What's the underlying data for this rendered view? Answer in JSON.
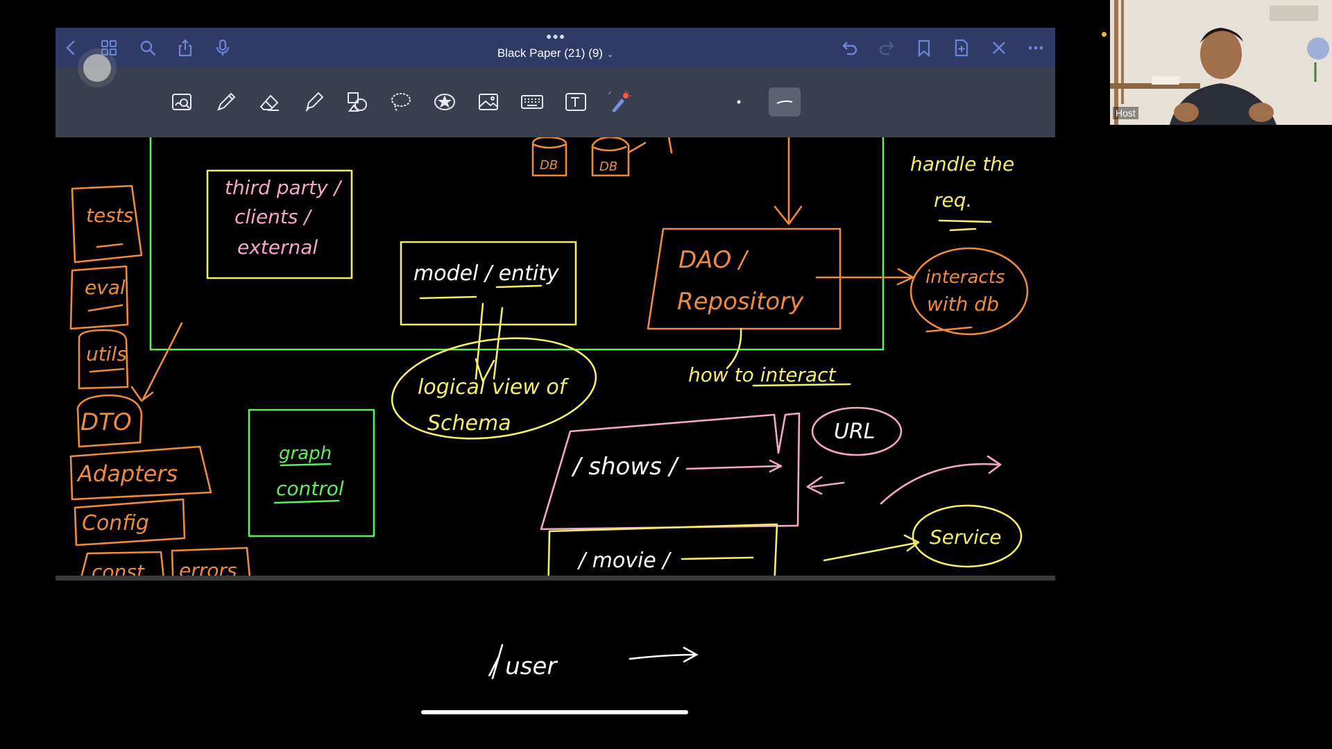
{
  "app": {
    "title": "Black Paper  (21) (9)",
    "colors": {
      "topbar": "#2f3a66",
      "toolbar": "#3a3f4f",
      "ink_orange": "#f08a3c",
      "ink_yellow": "#f4ee6a",
      "ink_green": "#5df05a",
      "ink_pink": "#f4a6c8",
      "ink_white": "#ffffff"
    },
    "nav_icons": [
      "back-icon",
      "grid-icon",
      "search-icon",
      "share-icon",
      "microphone-icon"
    ],
    "right_icons": [
      "undo-icon",
      "redo-icon",
      "bookmark-icon",
      "add-page-icon",
      "close-icon",
      "more-icon"
    ],
    "tools": [
      "zoom-window-icon",
      "pen-icon",
      "eraser-icon",
      "highlighter-icon",
      "shapes-icon",
      "lasso-icon",
      "sticker-icon",
      "image-icon",
      "keyboard-icon",
      "text-icon",
      "laser-pointer-icon"
    ]
  },
  "video": {
    "host_label": "Host"
  },
  "notes": {
    "tests": "tests",
    "eval": "eval",
    "utils": "utils",
    "dto": "DTO",
    "adapters": "Adapters",
    "config": "Config",
    "const": "const",
    "errors": "errors",
    "third_party_line1": "third party /",
    "third_party_line2": "clients /",
    "third_party_line3": "external",
    "db1": "DB",
    "db2": "DB",
    "model_entity": "model / entity",
    "logical_view_line1": "logical view of",
    "logical_view_line2": "Schema",
    "dao_line1": "DAO /",
    "dao_line2": "Repository",
    "interacts_line1": "interacts",
    "interacts_line2": "with db",
    "how_to_interact": "how to interact",
    "handle_line1": "handle the",
    "handle_line2": "req.",
    "graph_line1": "graph",
    "graph_line2": "control",
    "shows": "/ shows /",
    "movie": "/ movie /",
    "url": "URL",
    "service": "Service",
    "user": "/ user"
  }
}
